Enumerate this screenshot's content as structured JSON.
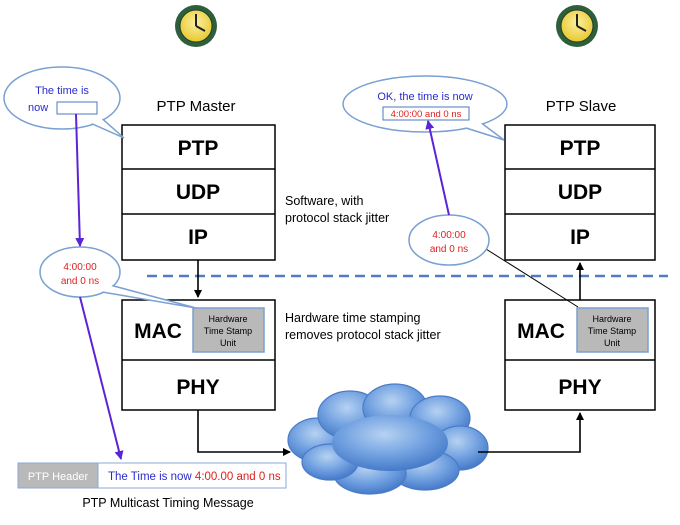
{
  "master": {
    "title": "PTP Master",
    "layers": [
      "PTP",
      "UDP",
      "IP"
    ],
    "mac": "MAC",
    "phy": "PHY",
    "tsu": [
      "Hardware",
      "Time Stamp",
      "Unit"
    ]
  },
  "slave": {
    "title": "PTP Slave",
    "layers": [
      "PTP",
      "UDP",
      "IP"
    ],
    "mac": "MAC",
    "phy": "PHY",
    "tsu": [
      "Hardware",
      "Time Stamp",
      "Unit"
    ]
  },
  "bubbles": {
    "master_top": {
      "line1": "The time is",
      "line2": "now"
    },
    "master_ts": {
      "line1": "4:00:00",
      "line2": "and 0 ns"
    },
    "slave_top": {
      "line1": "OK, the time is now",
      "field": "4:00:00 and 0 ns"
    },
    "slave_ts": {
      "line1": "4:00:00",
      "line2": "and 0 ns"
    }
  },
  "notes": {
    "software": [
      "Software, with",
      "protocol stack jitter"
    ],
    "hardware": [
      "Hardware time stamping",
      "removes protocol stack jitter"
    ]
  },
  "message": {
    "header": "PTP Header",
    "text_prefix": "The Time is now ",
    "text_time": "4:00.00 and 0 ns",
    "caption": "PTP Multicast Timing Message"
  },
  "colors": {
    "arrow_purple": "#5b24d6",
    "text_blue": "#2a2ad0",
    "text_red": "#e02020",
    "dashed_line": "#4f7fbf",
    "clock_face": "#f2d640",
    "cloud": "#5b90d8",
    "tsu_fill": "#b9b9b9",
    "bubble_border": "#7aa0d2"
  }
}
